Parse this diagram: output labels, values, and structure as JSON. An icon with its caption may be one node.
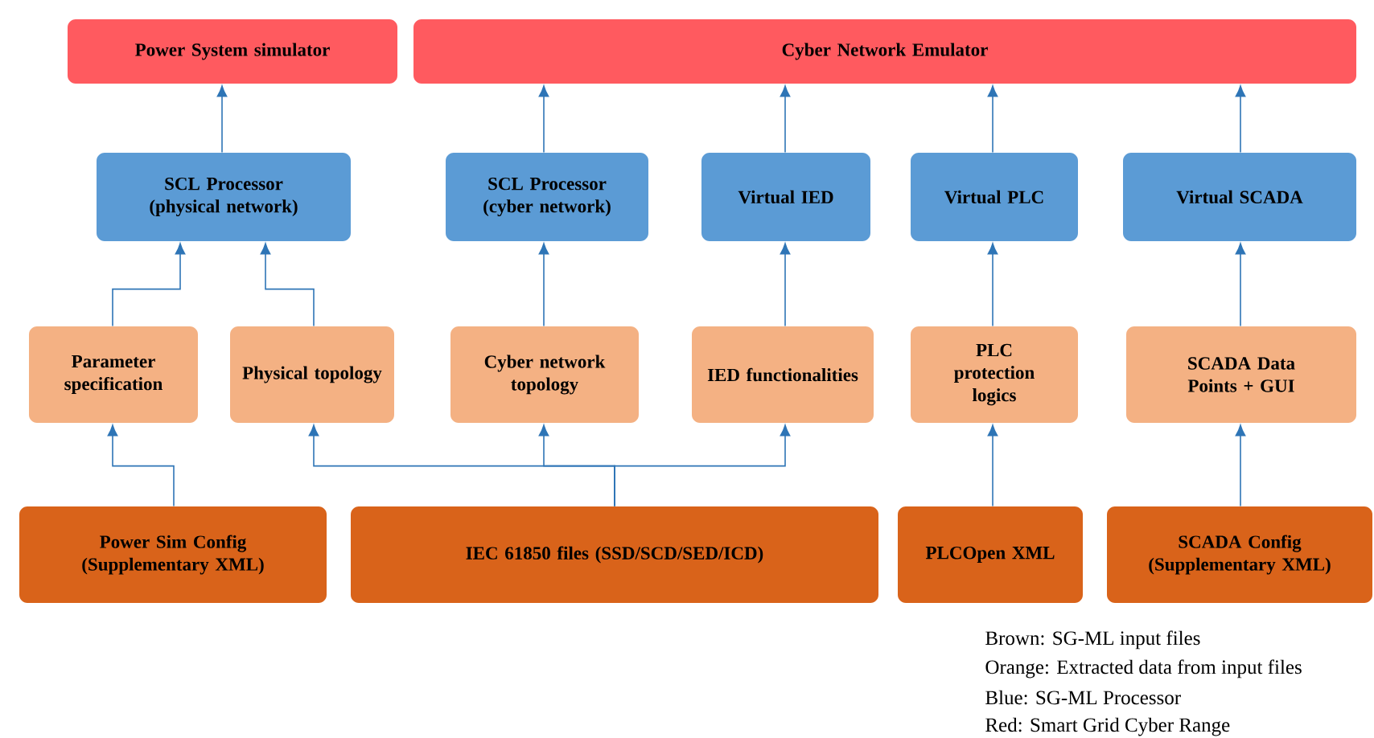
{
  "diagram": {
    "nodes": [
      {
        "text": [
          "Power System simulator"
        ]
      },
      {
        "text": [
          "Cyber Network Emulator"
        ]
      },
      {
        "text": [
          "SCL Processor (physical network)"
        ]
      },
      {
        "text": [
          "SCL Processor (cyber network)"
        ]
      },
      {
        "text": [
          "Virtual IED"
        ]
      },
      {
        "text": [
          "Virtual PLC"
        ]
      },
      {
        "text": [
          "Virtual SCADA"
        ]
      },
      {
        "text": [
          "Parameter specification"
        ]
      },
      {
        "text": [
          "Physical topology"
        ]
      },
      {
        "text": [
          "Cyber network topology"
        ]
      },
      {
        "text": [
          "IED functionalities"
        ]
      },
      {
        "text": [
          "PLC protection logics"
        ]
      },
      {
        "text": [
          "SCADA Data Points + GUI"
        ]
      },
      {
        "text": [
          "Power Sim Config (Supplementary XML)"
        ]
      },
      {
        "text": [
          "IEC 61850 files (SSD/SCD/SED/ICD)"
        ]
      },
      {
        "text": [
          "PLCOpen XML"
        ]
      },
      {
        "text": [
          "SCADA Config (Supplementary XML)"
        ]
      }
    ],
    "edges": [
      {
        "from": 2,
        "to": 0,
        "arrow": "to"
      },
      {
        "from": 3,
        "to": 1,
        "arrow": "to"
      },
      {
        "from": 4,
        "to": 1,
        "arrow": "to"
      },
      {
        "from": 5,
        "to": 1,
        "arrow": "to"
      },
      {
        "from": 6,
        "to": 1,
        "arrow": "to"
      },
      {
        "from": 7,
        "to": 2,
        "arrow": "to"
      },
      {
        "from": 8,
        "to": 2,
        "arrow": "to"
      },
      {
        "from": 9,
        "to": 3,
        "arrow": "to"
      },
      {
        "from": 10,
        "to": 4,
        "arrow": "to"
      },
      {
        "from": 11,
        "to": 5,
        "arrow": "to"
      },
      {
        "from": 12,
        "to": 6,
        "arrow": "to"
      },
      {
        "from": 13,
        "to": 7,
        "arrow": "to"
      },
      {
        "from": 14,
        "to": 8,
        "arrow": "to"
      },
      {
        "from": 14,
        "to": 9,
        "arrow": "to"
      },
      {
        "from": 14,
        "to": 10,
        "arrow": "to"
      },
      {
        "from": 15,
        "to": 11,
        "arrow": "to"
      },
      {
        "from": 16,
        "to": 12,
        "arrow": "to"
      }
    ],
    "labels": [
      "Brown: SG-ML input files",
      "Orange: Extracted data from input files",
      "Blue: SG-ML Processor",
      "Red: Smart Grid Cyber Range"
    ]
  }
}
